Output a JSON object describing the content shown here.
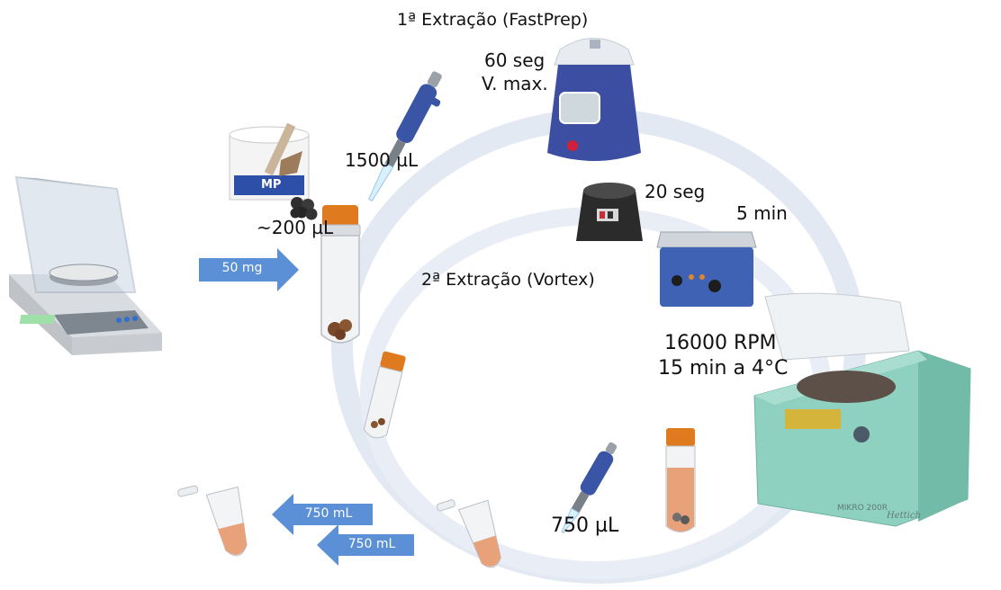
{
  "labels": {
    "extraction1_title": "1ª Extração (FastPrep)",
    "extraction1_time": "60 seg",
    "extraction1_speed": "V. max.",
    "volume_1500": "1500 µL",
    "beads_volume": "~200 µL",
    "vortex_time": "20 seg",
    "bath_time": "5 min",
    "extraction2_title": "2ª Extração (Vortex)",
    "centrifuge_speed": "16000 RPM",
    "centrifuge_time_temp": "15 min a 4°C",
    "volume_750": "750 µL"
  },
  "arrows": {
    "sample_mass": "50 mg",
    "transfer_1": "750 mL",
    "transfer_2": "750 mL"
  },
  "brand_text": {
    "beads_jar_brand": "MP",
    "centrifuge_model": "MIKRO 200R",
    "centrifuge_brand": "Hettich"
  },
  "colors": {
    "arrow_fill": "#5b8fd6",
    "ring": "#e3e9f2",
    "tube_cap": "#e07a1f",
    "liquid": "#e8a27a",
    "pipette_body": "#3b55a6",
    "centrifuge_body": "#8fd1c1"
  }
}
